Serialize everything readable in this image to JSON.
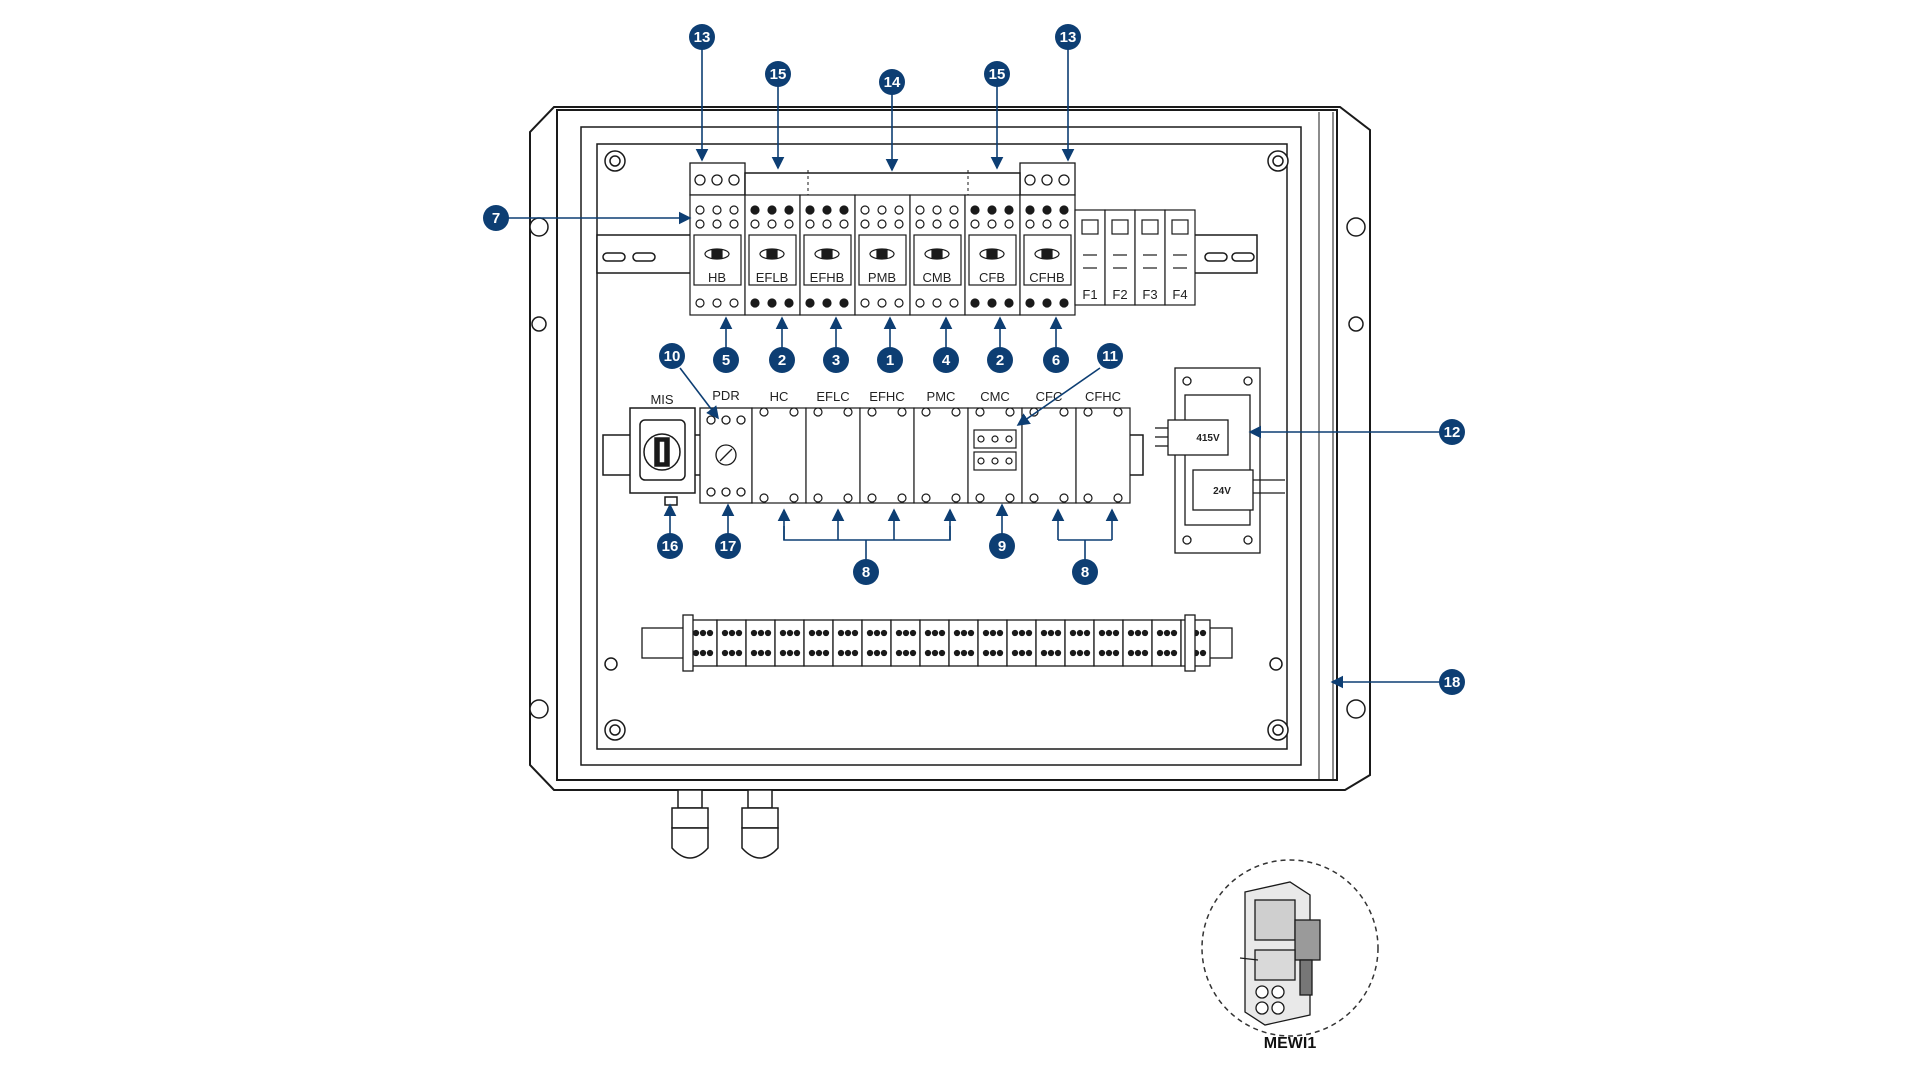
{
  "breakers": [
    {
      "id": "hb",
      "label": "HB"
    },
    {
      "id": "eflb",
      "label": "EFLB"
    },
    {
      "id": "efhb",
      "label": "EFHB"
    },
    {
      "id": "pmb",
      "label": "PMB"
    },
    {
      "id": "cmb",
      "label": "CMB"
    },
    {
      "id": "cfb",
      "label": "CFB"
    },
    {
      "id": "cfhb",
      "label": "CFHB"
    }
  ],
  "fuses": [
    "F1",
    "F2",
    "F3",
    "F4"
  ],
  "contactors": [
    {
      "id": "hc",
      "label": "HC"
    },
    {
      "id": "eflc",
      "label": "EFLC"
    },
    {
      "id": "efhc",
      "label": "EFHC"
    },
    {
      "id": "pmc",
      "label": "PMC"
    },
    {
      "id": "cmc",
      "label": "CMC"
    },
    {
      "id": "cfc",
      "label": "CFC"
    },
    {
      "id": "cfhc",
      "label": "CFHC"
    }
  ],
  "isolator_label": "MIS",
  "relay_label": "PDR",
  "transformer": {
    "primary": "415V",
    "secondary": "24V"
  },
  "inset_label": "MEWI1",
  "callouts": {
    "c13a": "13",
    "c13b": "13",
    "c15a": "15",
    "c14": "14",
    "c15b": "15",
    "c7": "7",
    "c5": "5",
    "c2a": "2",
    "c3": "3",
    "c1": "1",
    "c4": "4",
    "c2b": "2",
    "c6": "6",
    "c10": "10",
    "c11": "11",
    "c12": "12",
    "c16": "16",
    "c17": "17",
    "c8a": "8",
    "c9": "9",
    "c8b": "8",
    "c18": "18"
  },
  "colors": {
    "callout": "#0d3e73",
    "line": "#1a1a1a",
    "arrow": "#0d3e73"
  }
}
